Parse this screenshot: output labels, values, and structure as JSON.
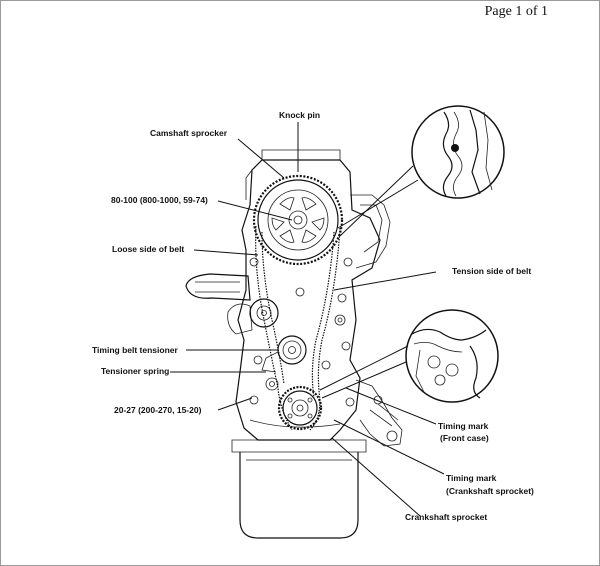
{
  "page": {
    "number_label": "Page 1 of 1"
  },
  "labels": {
    "knock_pin": "Knock pin",
    "camshaft_sprocket": "Camshaft sprocker",
    "torque_cam": "80-100 (800-1000, 59-74)",
    "loose_side": "Loose side of belt",
    "tension_side": "Tension side of belt",
    "tensioner": "Timing belt tensioner",
    "tensioner_spring": "Tensioner spring",
    "torque_tensioner": "20-27 (200-270, 15-20)",
    "timing_mark_front_line1": "Timing mark",
    "timing_mark_front_line2": "(Front case)",
    "timing_mark_crank_line1": "Timing mark",
    "timing_mark_crank_line2": "(Crankshaft sprocket)",
    "crankshaft_sprocket": "Crankshaft sprocket"
  }
}
